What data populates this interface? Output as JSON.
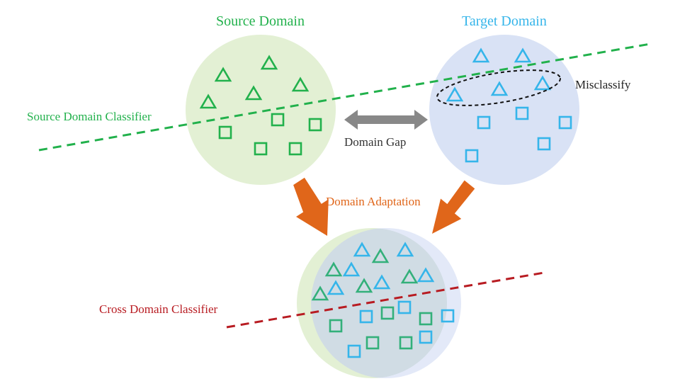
{
  "labels": {
    "source_domain": "Source Domain",
    "target_domain": "Target Domain",
    "misclassify": "Misclassify",
    "source_domain_classifier": "Source Domain Classifier",
    "domain_gap": "Domain Gap",
    "domain_adaptation": "Domain Adaptation",
    "cross_domain_classifier": "Cross Domain Classifier"
  },
  "colors": {
    "source": "#22b14c",
    "target": "#35b5ea",
    "source_fill": "#e3f0d4",
    "target_fill": "#d9e2f5",
    "mixed_green": "#33b07a",
    "arrow": "#e0661a",
    "gap_arrow": "#888888",
    "cross_classifier": "#b81c22"
  }
}
